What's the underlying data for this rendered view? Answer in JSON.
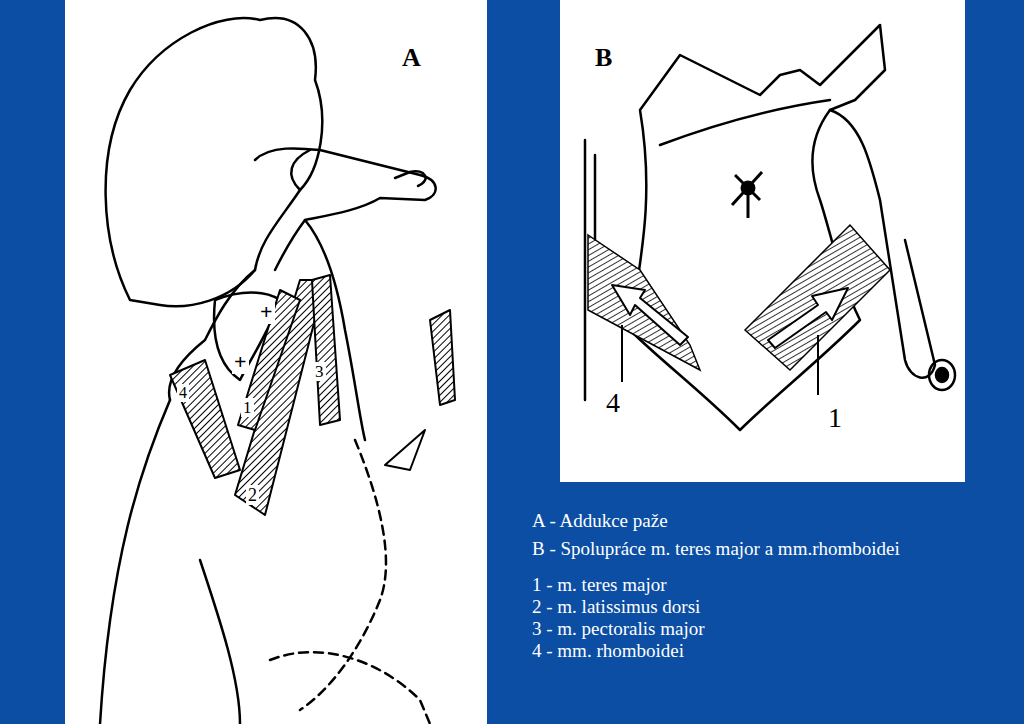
{
  "diagram": {
    "labels": [
      "A",
      "B",
      "+",
      "+",
      "1",
      "2",
      "3",
      "4",
      "4",
      "1",
      "A - Addukce paže",
      "B - Spolupráce m. teres major a mm.rhomboidei",
      "1 - m. teres major",
      "2 - m. latissimus dorsi",
      "3 - m. pectoralis major",
      "4 - mm. rhomboidei"
    ]
  }
}
